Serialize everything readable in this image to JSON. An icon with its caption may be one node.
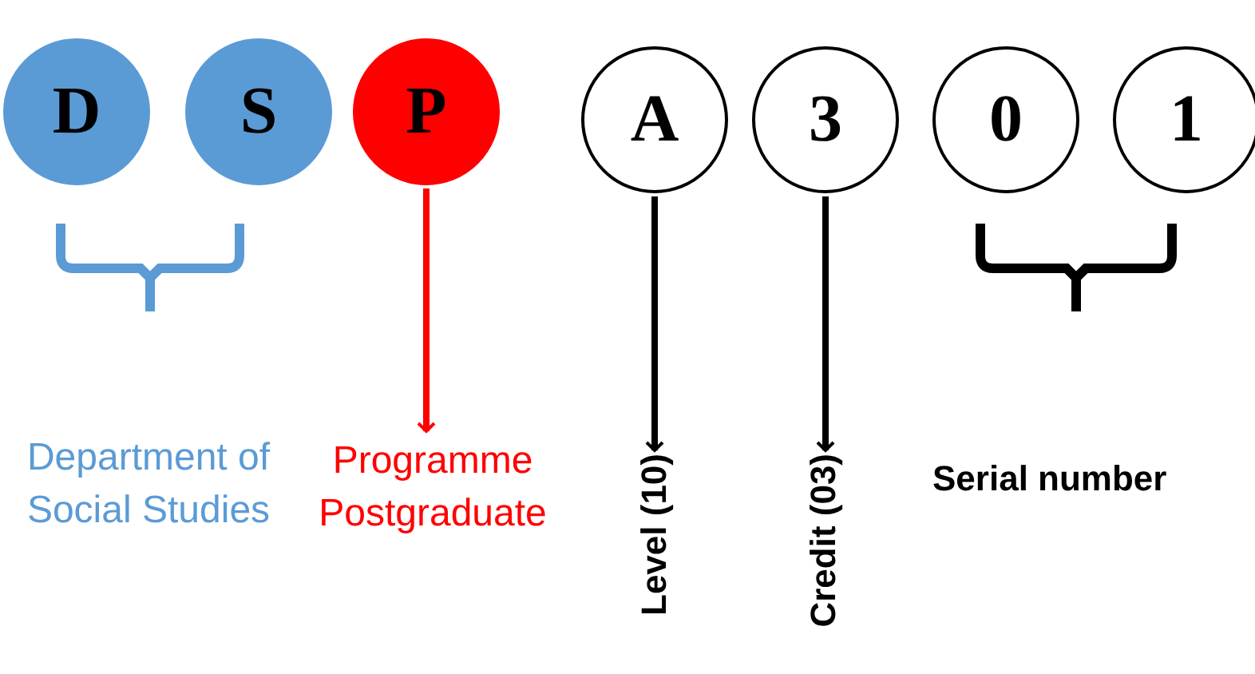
{
  "diagram": {
    "nodes": [
      {
        "text": [
          "D"
        ]
      },
      {
        "text": [
          "S"
        ]
      },
      {
        "text": [
          "P"
        ]
      },
      {
        "text": [
          "A"
        ]
      },
      {
        "text": [
          "3"
        ]
      },
      {
        "text": [
          "0"
        ]
      },
      {
        "text": [
          "1"
        ]
      },
      {
        "text": [
          "Department of Social Studies"
        ]
      },
      {
        "text": [
          "Programme Postgraduate"
        ]
      },
      {
        "text": [
          "Level (10)"
        ]
      },
      {
        "text": [
          "Credit (03)"
        ]
      },
      {
        "text": [
          "Serial number"
        ]
      }
    ],
    "edges": [
      {
        "from": 2,
        "to": 8,
        "arrow": "to",
        "color": "#ff0000"
      },
      {
        "from": 3,
        "to": 9,
        "arrow": "to"
      },
      {
        "from": 4,
        "to": 10,
        "arrow": "to"
      }
    ]
  }
}
